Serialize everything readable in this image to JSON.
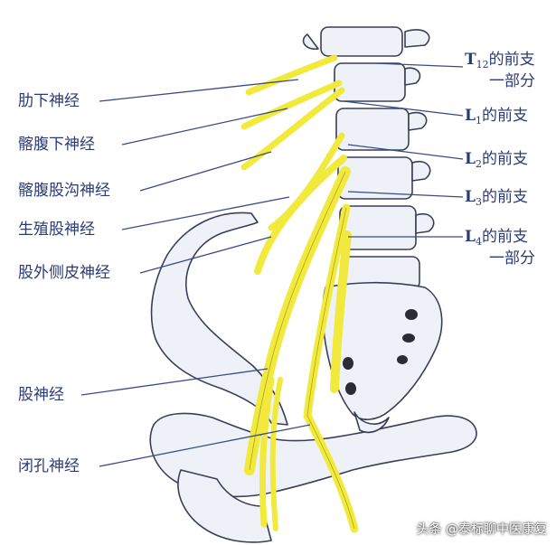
{
  "colors": {
    "nerve": "#f1ea3c",
    "nerve_outline": "#8b8420",
    "bone": "#eef1f7",
    "bone_outline": "#3a3f55",
    "label": "#2a3a78",
    "leader": "#3a4a88"
  },
  "left_labels": [
    {
      "id": "subcostal",
      "text": "肋下神经"
    },
    {
      "id": "iliohypogastric",
      "text": "髂腹下神经"
    },
    {
      "id": "ilioinguinal",
      "text": "髂腹股沟神经"
    },
    {
      "id": "genitofemoral",
      "text": "生殖股神经"
    },
    {
      "id": "lat-femoral-cutaneous",
      "text": "股外侧皮神经"
    },
    {
      "id": "femoral",
      "text": "股神经"
    },
    {
      "id": "obturator",
      "text": "闭孔神经"
    }
  ],
  "right_labels": [
    {
      "id": "t12",
      "letter": "T",
      "sub": "12",
      "text": "的前支",
      "line2": "一部分"
    },
    {
      "id": "l1",
      "letter": "L",
      "sub": "1",
      "text": "的前支",
      "line2": ""
    },
    {
      "id": "l2",
      "letter": "L",
      "sub": "2",
      "text": "的前支",
      "line2": ""
    },
    {
      "id": "l3",
      "letter": "L",
      "sub": "3",
      "text": "的前支",
      "line2": ""
    },
    {
      "id": "l4",
      "letter": "L",
      "sub": "4",
      "text": "的前支",
      "line2": "一部分"
    }
  ],
  "watermark": "头条 @泰标聊中医康复"
}
